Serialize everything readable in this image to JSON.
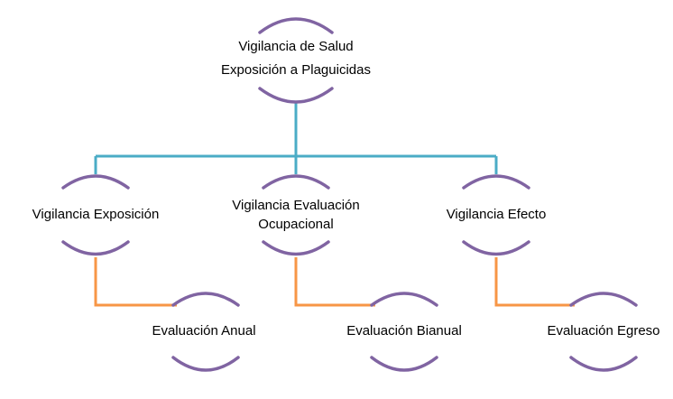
{
  "colors": {
    "arc": "#8064a2",
    "primary_connector": "#4bacc6",
    "secondary_connector": "#f79646",
    "text": "#000000",
    "background": "#ffffff"
  },
  "root": {
    "line1": "Vigilancia de Salud",
    "line2": "Exposición a Plaguicidas"
  },
  "branches": [
    {
      "label_line1": "Vigilancia Exposición",
      "label_line2": "",
      "child": "Evaluación Anual"
    },
    {
      "label_line1": "Vigilancia Evaluación",
      "label_line2": "Ocupacional",
      "child": "Evaluación Bianual"
    },
    {
      "label_line1": "Vigilancia Efecto",
      "label_line2": "",
      "child": "Evaluación Egreso"
    }
  ]
}
